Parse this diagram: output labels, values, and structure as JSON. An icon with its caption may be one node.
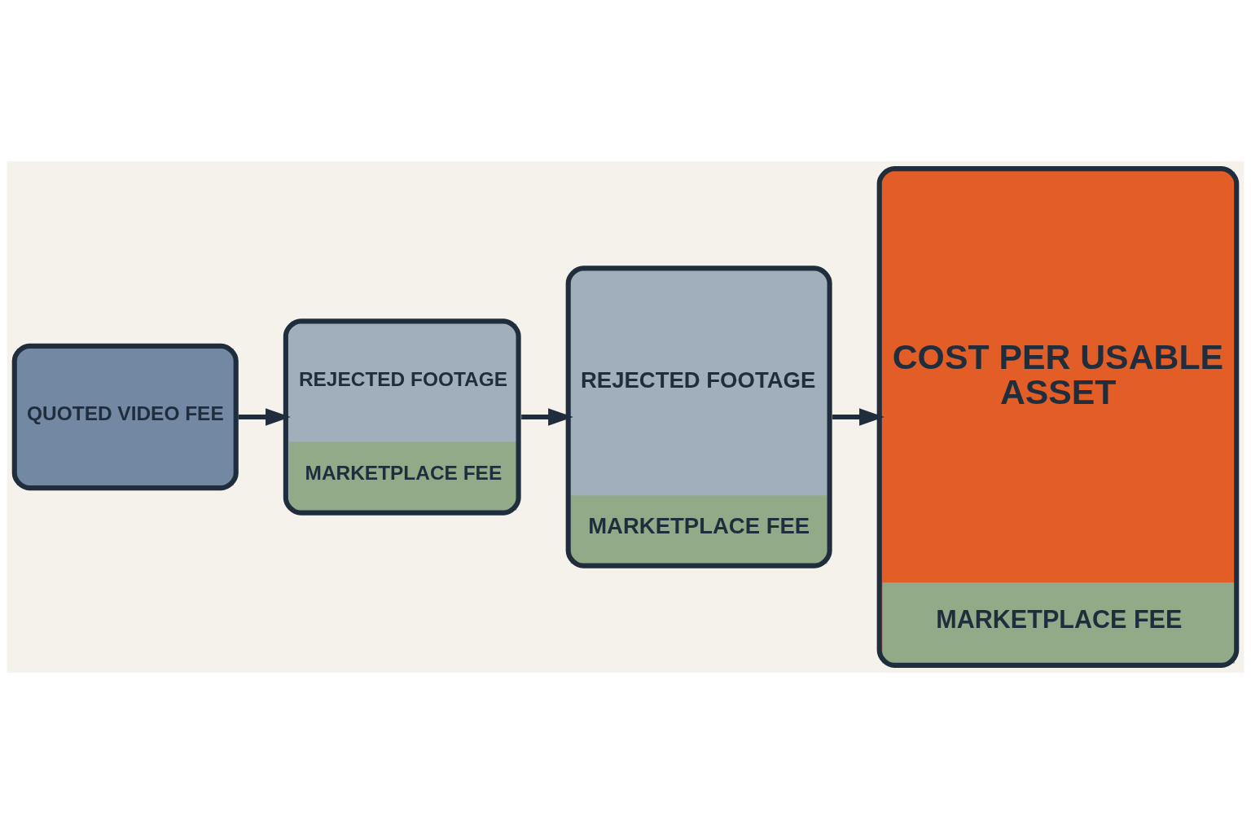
{
  "diagram": {
    "nodes": [
      {
        "text": [
          "QUOTED VIDEO FEE"
        ]
      },
      {
        "text": [
          "REJECTED FOOTAGE",
          "MARKETPLACE FEE"
        ]
      },
      {
        "text": [
          "REJECTED FOOTAGE",
          "MARKETPLACE FEE"
        ]
      },
      {
        "text": [
          "COST PER USABLE ASSET",
          "MARKETPLACE FEE"
        ]
      }
    ],
    "edges": [
      {
        "from": 0,
        "to": 1,
        "arrow": "to"
      },
      {
        "from": 1,
        "to": 2,
        "arrow": "to"
      },
      {
        "from": 2,
        "to": 3,
        "arrow": "to"
      }
    ]
  }
}
